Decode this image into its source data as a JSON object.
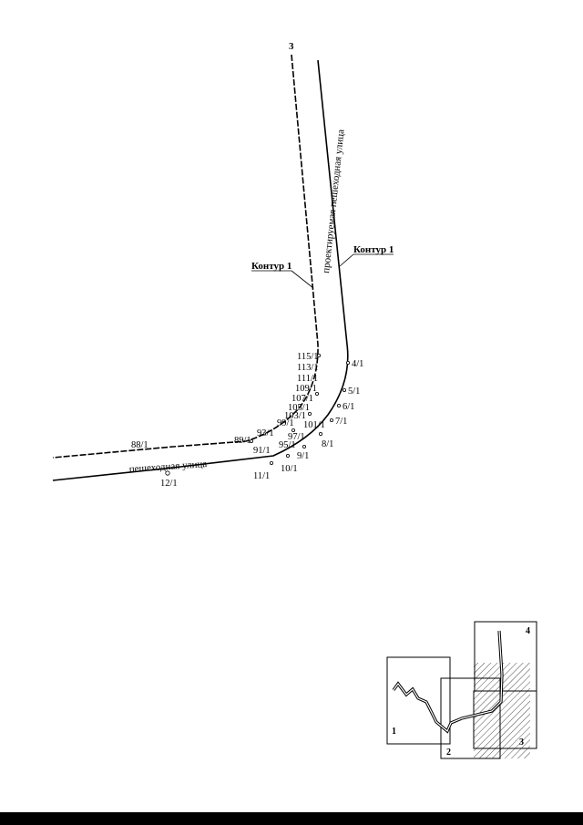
{
  "diagram": {
    "top_marker": "3",
    "street_vertical": "проектируемая пешеходная улица",
    "street_horizontal": "пешеходная улица",
    "contour_left": "Контур 1",
    "contour_right": "Контур 1",
    "points_outer": [
      "4/1",
      "5/1",
      "6/1",
      "7/1",
      "8/1",
      "9/1",
      "10/1",
      "11/1",
      "12/1"
    ],
    "points_inner": [
      "115/1",
      "113/1",
      "111/1",
      "109/1",
      "107/1",
      "105/1",
      "103/1",
      "101/1",
      "99/1",
      "97/1",
      "95/1",
      "93/1",
      "91/1",
      "89/1",
      "88/1"
    ]
  },
  "key_map": {
    "sheets": [
      "1",
      "2",
      "3",
      "4"
    ]
  }
}
